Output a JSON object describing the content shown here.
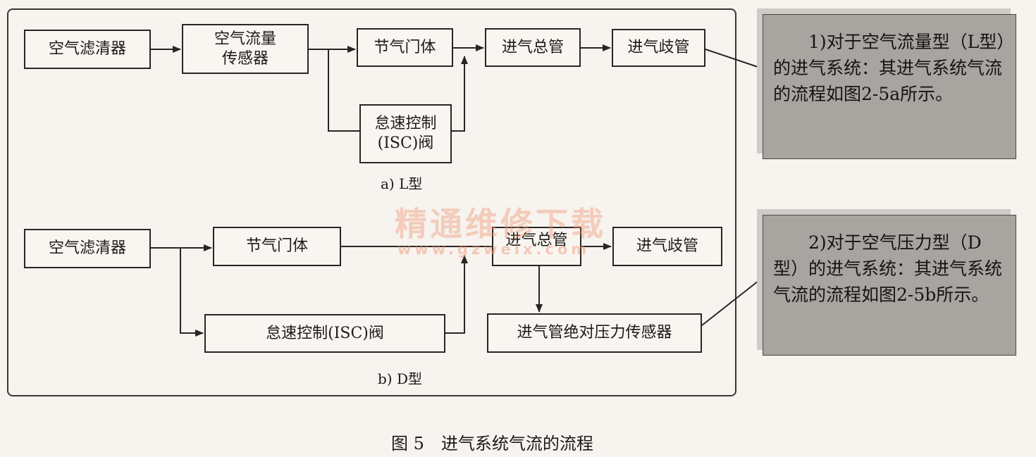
{
  "diagram_a": {
    "caption": "a) L型",
    "nodes": {
      "air_filter": "空气滤清器",
      "airflow_sensor": "空气流量\n传感器",
      "throttle_body": "节气门体",
      "isc_valve": "怠速控制\n(ISC)阀",
      "intake_plenum": "进气总管",
      "intake_manifold": "进气歧管"
    }
  },
  "diagram_b": {
    "caption": "b) D型",
    "nodes": {
      "air_filter": "空气滤清器",
      "throttle_body": "节气门体",
      "isc_valve": "怠速控制(ISC)阀",
      "intake_plenum": "进气总管",
      "intake_manifold": "进气歧管",
      "map_sensor": "进气管绝对压力传感器"
    }
  },
  "notes": {
    "note_l": "1)对于空气流量型（L型）的进气系统：其进气系统气流的流程如图2-5a所示。",
    "note_d": "2)对于空气压力型（D型）的进气系统：其进气系统气流的流程如图2-5b所示。"
  },
  "watermark": {
    "main": "精通维修下载",
    "url": "www.gzweix.com"
  },
  "figure_caption": "图 5　进气系统气流的流程"
}
